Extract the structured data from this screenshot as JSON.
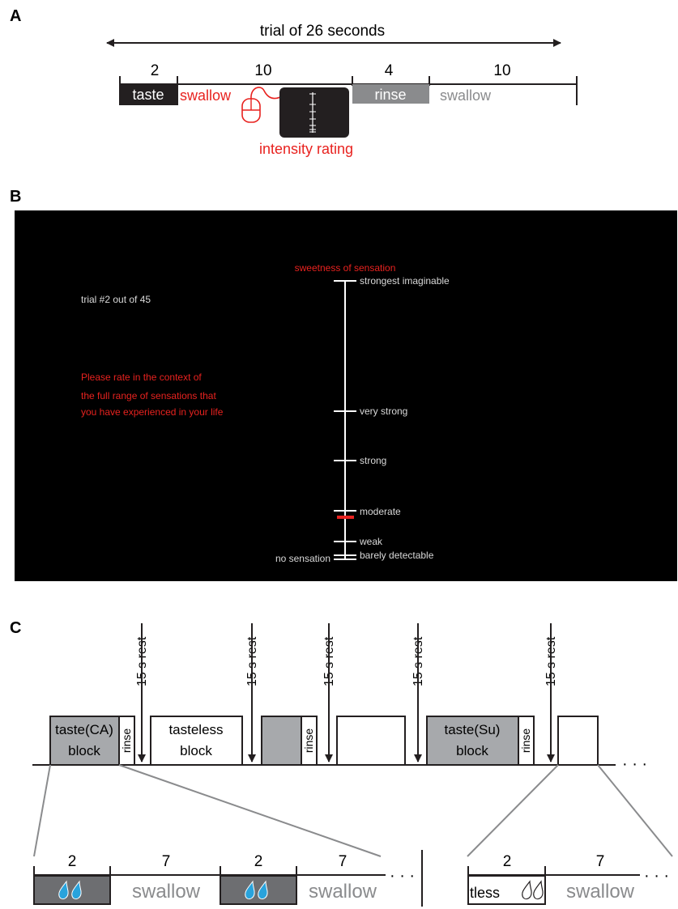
{
  "panel_a": {
    "label": "A",
    "trial_title": "trial of 26 seconds",
    "durations": [
      "2",
      "10",
      "4",
      "10"
    ],
    "taste": "taste",
    "swallow_red": "swallow",
    "rinse": "rinse",
    "swallow_gray": "swallow",
    "intensity_rating": "intensity rating",
    "colors": {
      "red": "#e8221f",
      "gray": "#8a8b8d",
      "dark": "#231f20"
    }
  },
  "panel_b": {
    "label": "B",
    "trial_counter": "trial #2 out of 45",
    "instruction_lines": [
      "Please rate in the context of",
      "the full range of sensations that",
      "you have experienced in your life"
    ],
    "scale_title": "sweetness of sensation",
    "scale_labels": {
      "strongest": "strongest imaginable",
      "very_strong": "very strong",
      "strong": "strong",
      "moderate": "moderate",
      "weak": "weak",
      "barely": "barely detectable",
      "none": "no sensation"
    }
  },
  "panel_c": {
    "label": "C",
    "rest_label": "15 s rest",
    "taste_ca_l1": "taste(CA)",
    "taste_ca_l2": "block",
    "rinse": "rinse",
    "tasteless_l1": "tasteless",
    "tasteless_l2": "block",
    "taste_su_l1": "taste(Su)",
    "taste_su_l2": "block",
    "dots": "· · ·",
    "zoom_left": {
      "d1": "2",
      "d2": "7",
      "d3": "2",
      "d4": "7",
      "swallow1": "swallow",
      "swallow2": "swallow"
    },
    "zoom_right": {
      "d1": "2",
      "d2": "7",
      "tless": "tless",
      "swallow": "swallow"
    },
    "colors": {
      "block_gray": "#a7a9ac",
      "drop_blue": "#29a3dc",
      "dark_gray": "#6d6e71"
    }
  }
}
